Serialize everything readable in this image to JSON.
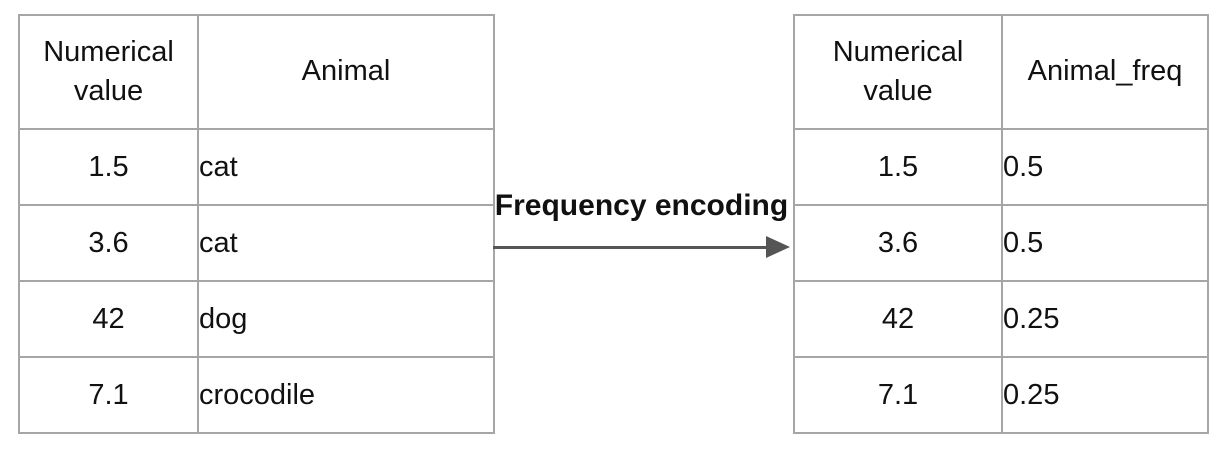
{
  "diagram": {
    "arrow_label": "Frequency encoding",
    "arrow_color": "#555555",
    "table_border_color": "#a6a6a6",
    "text_color": "#111111"
  },
  "left_table": {
    "headers": [
      "Numerical value",
      "Animal"
    ],
    "rows": [
      [
        "1.5",
        "cat"
      ],
      [
        "3.6",
        "cat"
      ],
      [
        "42",
        "dog"
      ],
      [
        "7.1",
        "crocodile"
      ]
    ]
  },
  "right_table": {
    "headers": [
      "Numerical value",
      "Animal_freq"
    ],
    "rows": [
      [
        "1.5",
        "0.5"
      ],
      [
        "3.6",
        "0.5"
      ],
      [
        "42",
        "0.25"
      ],
      [
        "7.1",
        "0.25"
      ]
    ]
  }
}
